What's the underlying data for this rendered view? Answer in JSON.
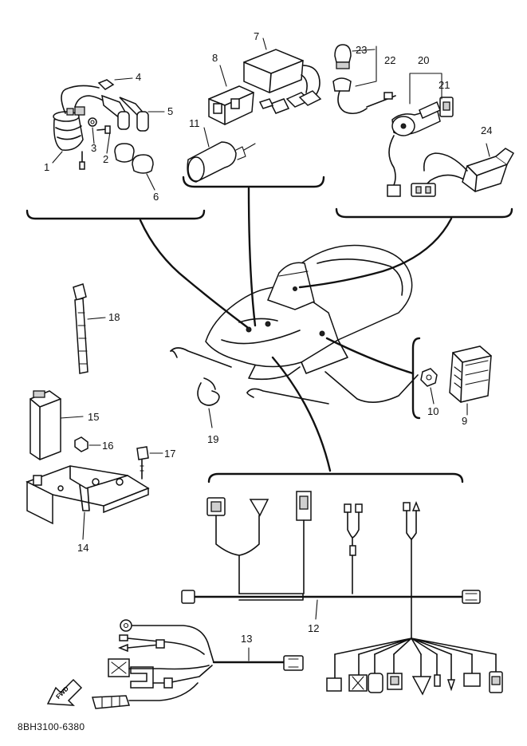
{
  "doc_code": "8BH3100-6380",
  "fwd_label": "FWD",
  "callouts": [
    {
      "id": "c1",
      "label": "1"
    },
    {
      "id": "c2",
      "label": "2"
    },
    {
      "id": "c3",
      "label": "3"
    },
    {
      "id": "c4",
      "label": "4"
    },
    {
      "id": "c5",
      "label": "5"
    },
    {
      "id": "c6",
      "label": "6"
    },
    {
      "id": "c7",
      "label": "7"
    },
    {
      "id": "c8",
      "label": "8"
    },
    {
      "id": "c9",
      "label": "9"
    },
    {
      "id": "c10",
      "label": "10"
    },
    {
      "id": "c11",
      "label": "11"
    },
    {
      "id": "c12",
      "label": "12"
    },
    {
      "id": "c13",
      "label": "13"
    },
    {
      "id": "c14",
      "label": "14"
    },
    {
      "id": "c15",
      "label": "15"
    },
    {
      "id": "c16",
      "label": "16"
    },
    {
      "id": "c17",
      "label": "17"
    },
    {
      "id": "c18",
      "label": "18"
    },
    {
      "id": "c19",
      "label": "19"
    },
    {
      "id": "c20",
      "label": "20"
    },
    {
      "id": "c21",
      "label": "21"
    },
    {
      "id": "c22",
      "label": "22"
    },
    {
      "id": "c23",
      "label": "23"
    },
    {
      "id": "c24",
      "label": "24"
    }
  ]
}
